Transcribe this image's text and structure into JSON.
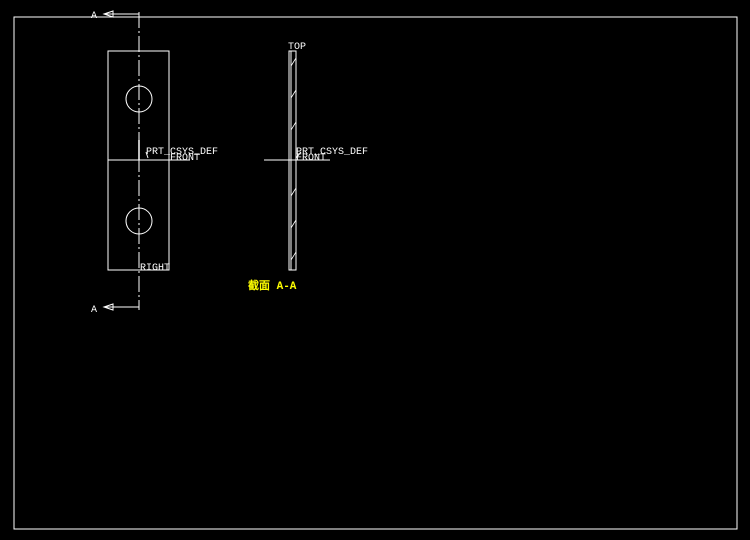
{
  "drawing": {
    "background": "#000000",
    "line_color": "#ffffff",
    "section_title_color": "#ffff00",
    "section_marker_top": "A",
    "section_marker_bottom": "A",
    "front_view": {
      "csys_label": "PRT_CSYS_DEF",
      "front_label": "FRONT",
      "right_label": "RIGHT"
    },
    "side_view": {
      "top_label": "TOP",
      "csys_label": "PRT_CSYS_DEF",
      "front_label": "FRONT"
    },
    "section_title": "截面 A-A"
  }
}
